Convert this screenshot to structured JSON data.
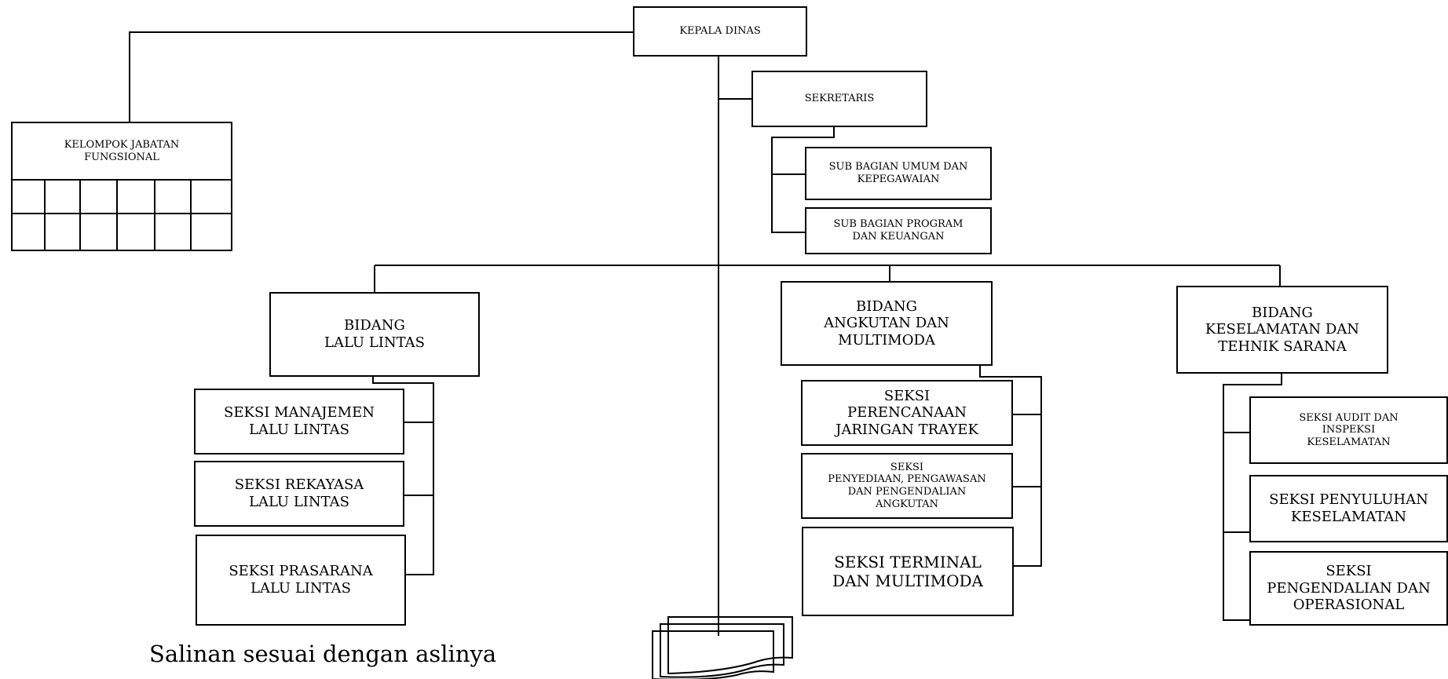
{
  "kepala_dinas": "KEPALA DINAS",
  "kelompok_jabatan": "KELOMPOK JABATAN\nFUNGSIONAL",
  "sekretaris": "SEKRETARIS",
  "sub_umum": "SUB BAGIAN UMUM DAN\nKEPEGAWAIAN",
  "sub_program": "SUB BAGIAN PROGRAM\nDAN KEUANGAN",
  "bidang_lalu_lintas": "BIDANG\nLALU LINTAS",
  "bidang_angkutan": "BIDANG\nANGKUTAN DAN\nMULTIMODA",
  "bidang_keselamatan": "BIDANG\nKESELAMATAN DAN\nTEHNIK SARANA",
  "seksi_manajemen": "SEKSI MANAJEMEN\nLALU LINTAS",
  "seksi_rekayasa": "SEKSI REKAYASA\nLALU LINTAS",
  "seksi_prasarana": "SEKSI PRASARANA\nLALU LINTAS",
  "seksi_perencanaan": "SEKSI\nPERENCANAAN\nJARINGAN TRAYEK",
  "seksi_penyediaan": "SEKSI\nPENYEDIAAN, PENGAWASAN\nDAN PENGENDALIAN\nANGKUTAN",
  "seksi_terminal": "SEKSI TERMINAL\nDAN MULTIMODA",
  "seksi_audit": "SEKSI AUDIT DAN\nINSPEKSI\nKESELAMATAN",
  "seksi_penyuluhan": "SEKSI PENYULUHAN\nKESELAMATAN",
  "seksi_pengendalian": "SEKSI\nPENGENDALIAN DAN\nOPERASIONAL",
  "footer": "Salinan sesuai dengan aslinya"
}
